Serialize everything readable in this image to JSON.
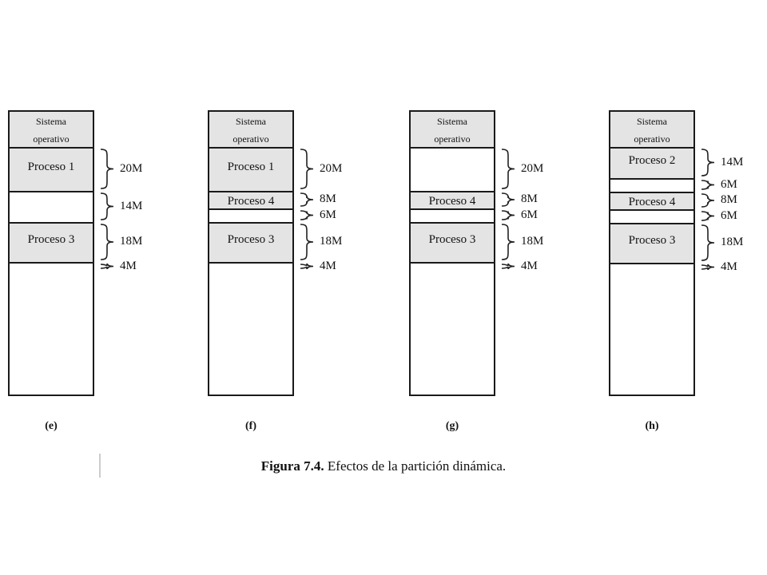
{
  "figure": {
    "label": "Figura 7.4.",
    "title": "Efectos de la partición dinámica."
  },
  "os_label_line1": "Sistema",
  "os_label_line2": "operativo",
  "panels": [
    {
      "id": "e",
      "label": "(e)",
      "segments": [
        {
          "label": "",
          "os": true,
          "size": 0,
          "fill": "gray"
        },
        {
          "label": "Proceso 1",
          "size": 20,
          "fill": "gray"
        },
        {
          "label": "",
          "size": 14,
          "fill": "white"
        },
        {
          "label": "Proceso 3",
          "size": 18,
          "fill": "gray"
        },
        {
          "label": "",
          "size": 4,
          "fill": "white"
        }
      ],
      "size_labels": [
        "20M",
        "14M",
        "18M",
        "4M"
      ]
    },
    {
      "id": "f",
      "label": "(f)",
      "segments": [
        {
          "label": "",
          "os": true,
          "size": 0,
          "fill": "gray"
        },
        {
          "label": "Proceso 1",
          "size": 20,
          "fill": "gray"
        },
        {
          "label": "Proceso 4",
          "size": 8,
          "fill": "gray"
        },
        {
          "label": "",
          "size": 6,
          "fill": "white"
        },
        {
          "label": "Proceso 3",
          "size": 18,
          "fill": "gray"
        },
        {
          "label": "",
          "size": 4,
          "fill": "white"
        }
      ],
      "size_labels": [
        "20M",
        "8M",
        "6M",
        "18M",
        "4M"
      ]
    },
    {
      "id": "g",
      "label": "(g)",
      "segments": [
        {
          "label": "",
          "os": true,
          "size": 0,
          "fill": "gray"
        },
        {
          "label": "",
          "size": 20,
          "fill": "white"
        },
        {
          "label": "Proceso 4",
          "size": 8,
          "fill": "gray"
        },
        {
          "label": "",
          "size": 6,
          "fill": "white"
        },
        {
          "label": "Proceso 3",
          "size": 18,
          "fill": "gray"
        },
        {
          "label": "",
          "size": 4,
          "fill": "white"
        }
      ],
      "size_labels": [
        "20M",
        "8M",
        "6M",
        "18M",
        "4M"
      ]
    },
    {
      "id": "h",
      "label": "(h)",
      "segments": [
        {
          "label": "",
          "os": true,
          "size": 0,
          "fill": "gray"
        },
        {
          "label": "Proceso 2",
          "size": 14,
          "fill": "gray"
        },
        {
          "label": "",
          "size": 6,
          "fill": "white"
        },
        {
          "label": "Proceso 4",
          "size": 8,
          "fill": "gray"
        },
        {
          "label": "",
          "size": 6,
          "fill": "white"
        },
        {
          "label": "Proceso 3",
          "size": 18,
          "fill": "gray"
        },
        {
          "label": "",
          "size": 4,
          "fill": "white"
        }
      ],
      "size_labels": [
        "14M",
        "6M",
        "8M",
        "6M",
        "18M",
        "4M"
      ]
    }
  ]
}
